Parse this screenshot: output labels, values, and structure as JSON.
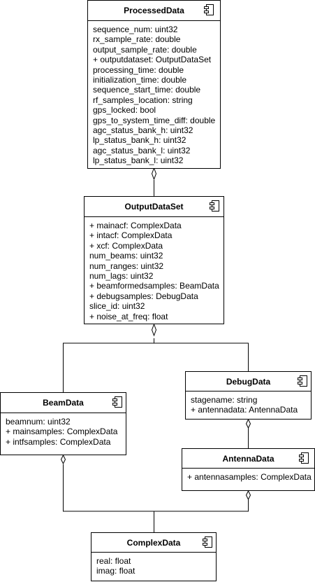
{
  "classes": {
    "processed": {
      "name": "ProcessedData",
      "attributes": [
        "sequence_num: uint32",
        "rx_sample_rate: double",
        "output_sample_rate: double",
        "+ outputdataset: OutputDataSet",
        "processing_time: double",
        "initialization_time: double",
        "sequence_start_time: double",
        "rf_samples_location: string",
        "gps_locked: bool",
        "gps_to_system_time_diff: double",
        "agc_status_bank_h: uint32",
        "lp_status_bank_h: uint32",
        "agc_status_bank_l: uint32",
        "lp_status_bank_l: uint32"
      ]
    },
    "output": {
      "name": "OutputDataSet",
      "attributes": [
        "+ mainacf: ComplexData",
        "+ intacf: ComplexData",
        "+ xcf: ComplexData",
        "num_beams: uint32",
        "num_ranges: uint32",
        "num_lags: uint32",
        "+ beamformedsamples: BeamData",
        "+ debugsamples: DebugData",
        "slice_id: uint32",
        "+ noise_at_freq: float"
      ]
    },
    "beam": {
      "name": "BeamData",
      "attributes": [
        "beamnum: uint32",
        "+ mainsamples: ComplexData",
        "+ intfsamples: ComplexData"
      ]
    },
    "debug": {
      "name": "DebugData",
      "attributes": [
        "stagename: string",
        "+ antennadata: AntennaData"
      ]
    },
    "antenna": {
      "name": "AntennaData",
      "attributes": [
        "+ antennasamples: ComplexData"
      ]
    },
    "complex": {
      "name": "ComplexData",
      "attributes": [
        "real: float",
        "imag: float"
      ]
    }
  },
  "icons": {
    "class_box": "component-icon",
    "association_end": "diamond-icon"
  },
  "colors": {
    "line": "#000000",
    "background": "#ffffff"
  }
}
